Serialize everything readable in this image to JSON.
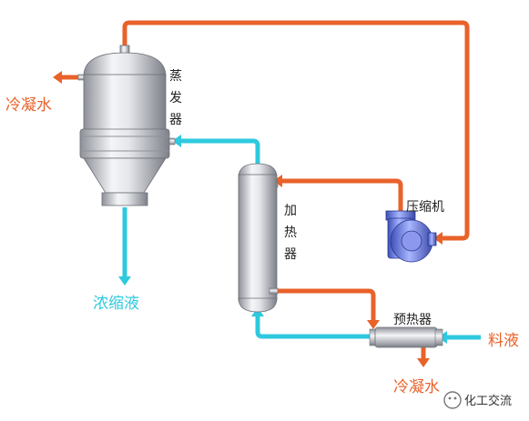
{
  "labels": {
    "condensate_top": "冷凝水",
    "evaporator": "蒸发器",
    "concentrate": "浓缩液",
    "heater": "加热器",
    "compressor": "压缩机",
    "preheater": "预热器",
    "feed": "料液",
    "condensate_bottom": "冷凝水",
    "watermark": "化工交流"
  },
  "colors": {
    "steam_line": "#e8622a",
    "liquid_line": "#2ec9df",
    "vessel_metal": "#c9ccd2",
    "compressor_body": "#6b7fd6"
  }
}
